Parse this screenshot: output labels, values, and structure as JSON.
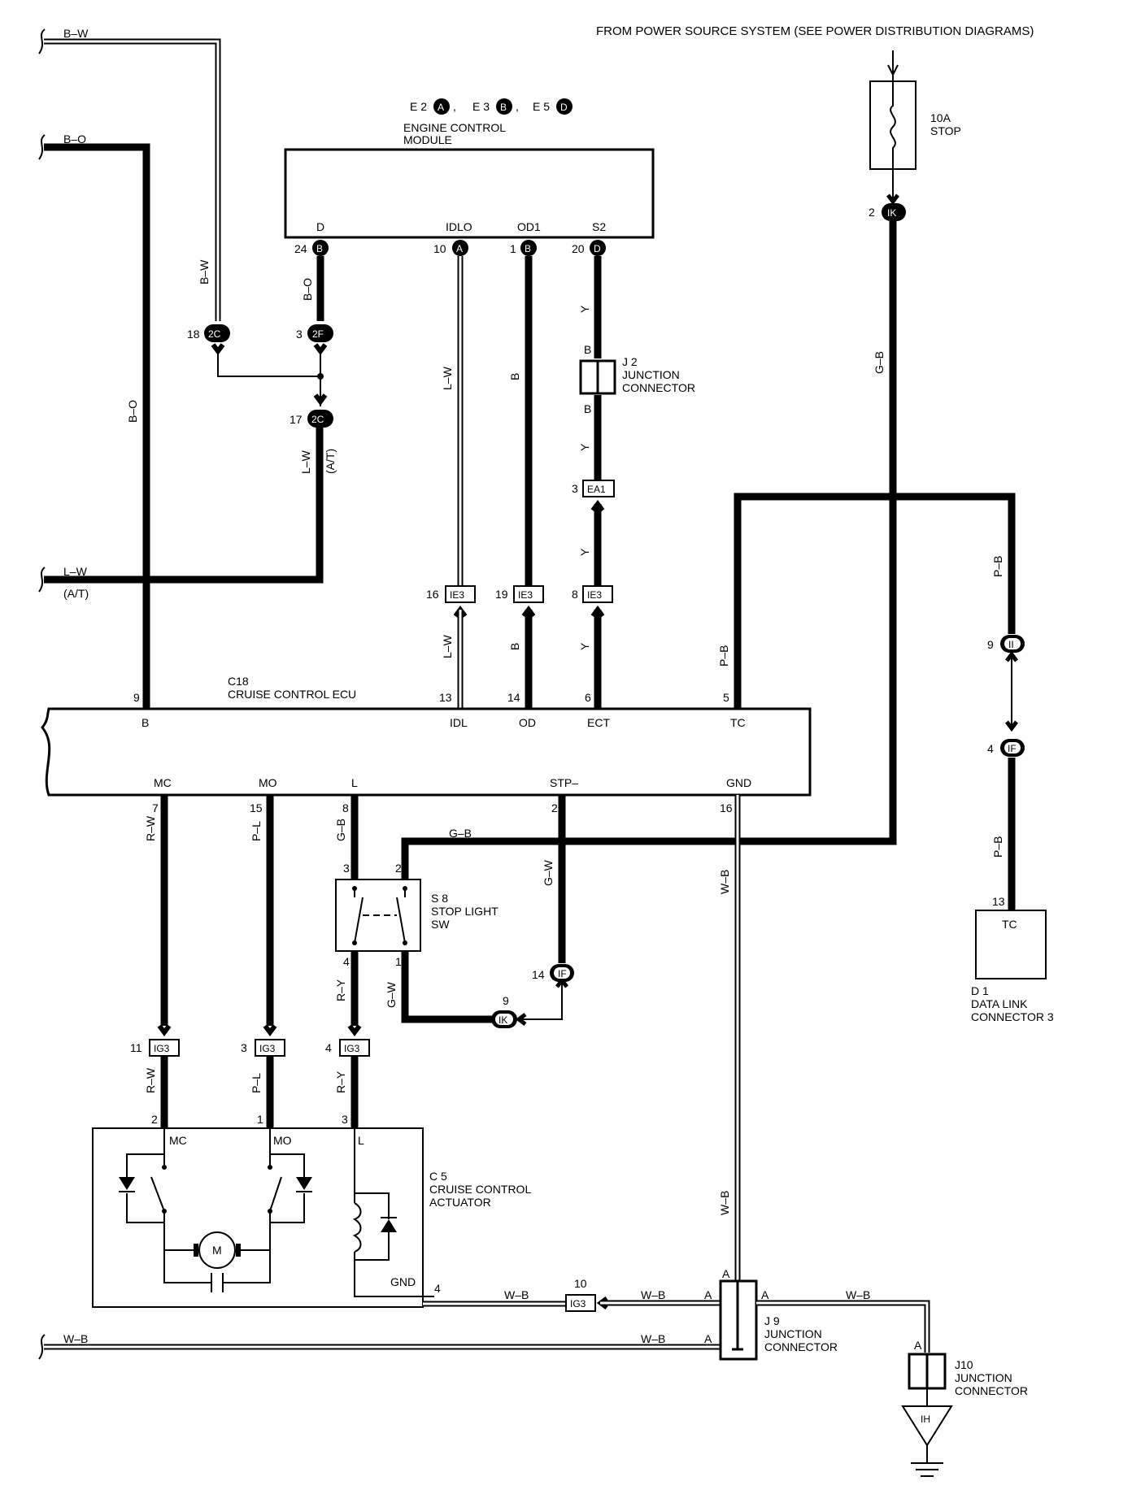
{
  "header": "FROM POWER SOURCE SYSTEM (SEE POWER DISTRIBUTION DIAGRAMS)",
  "ecm": {
    "title_line1": "ENGINE CONTROL",
    "title_line2": "MODULE",
    "conn": [
      {
        "prefix": "E 2",
        "letter": "A",
        "sep": ","
      },
      {
        "prefix": "E 3",
        "letter": "B",
        "sep": ","
      },
      {
        "prefix": "E 5",
        "letter": "D",
        "sep": ""
      }
    ],
    "pins": [
      {
        "label": "D",
        "num": "24",
        "conn": "B"
      },
      {
        "label": "IDLO",
        "num": "10",
        "conn": "A"
      },
      {
        "label": "OD1",
        "num": "1",
        "conn": "B"
      },
      {
        "label": "S2",
        "num": "20",
        "conn": "D"
      }
    ]
  },
  "fuse": {
    "rating": "10A",
    "name": "STOP"
  },
  "ecu": {
    "code": "C18",
    "name": "CRUISE CONTROL ECU",
    "top_pins": [
      {
        "num": "9",
        "label": "B"
      },
      {
        "num": "13",
        "label": "IDL"
      },
      {
        "num": "14",
        "label": "OD"
      },
      {
        "num": "6",
        "label": "ECT"
      },
      {
        "num": "5",
        "label": "TC"
      }
    ],
    "bottom_pins": [
      {
        "num": "7",
        "label": "MC"
      },
      {
        "num": "15",
        "label": "MO"
      },
      {
        "num": "8",
        "label": "L"
      },
      {
        "num": "2",
        "label": "STP–"
      },
      {
        "num": "16",
        "label": "GND"
      }
    ]
  },
  "j2": {
    "code": "J 2",
    "line1": "JUNCTION",
    "line2": "CONNECTOR"
  },
  "s8": {
    "code": "S 8",
    "line1": "STOP LIGHT",
    "line2": "SW"
  },
  "c5": {
    "code": "C 5",
    "line1": "CRUISE CONTROL",
    "line2": "ACTUATOR",
    "motor": "M"
  },
  "j9": {
    "code": "J 9",
    "line1": "JUNCTION",
    "line2": "CONNECTOR"
  },
  "j10": {
    "code": "J10",
    "line1": "JUNCTION",
    "line2": "CONNECTOR"
  },
  "d1": {
    "code": "D 1",
    "line1": "DATA LINK",
    "line2": "CONNECTOR 3",
    "pin_label": "TC"
  },
  "wire_colors": {
    "bw": "B–W",
    "bo": "B–O",
    "lw": "L–W",
    "b": "B",
    "y": "Y",
    "gb": "G–B",
    "pb": "P–B",
    "rw": "R–W",
    "pl": "P–L",
    "ry": "R–Y",
    "gw": "G–W",
    "wb": "W–B"
  },
  "at_note": "(A/T)",
  "connectors": {
    "c2c": "2C",
    "c2f": "2F",
    "ik": "IK",
    "ii": "II",
    "if": "IF",
    "ie3": "IE3",
    "ea1": "EA1",
    "ig3": "IG3",
    "ih": "IH"
  },
  "pin_numbers": {
    "n18": "18",
    "n3": "3",
    "n17": "17",
    "n2": "2",
    "n9": "9",
    "n4": "4",
    "n16": "16",
    "n19": "19",
    "n8": "8",
    "n13": "13",
    "n14": "14",
    "n11": "11",
    "n1": "1",
    "n10": "10"
  },
  "terminal_letters": {
    "A": "A",
    "B": "B",
    "MC": "MC",
    "MO": "MO",
    "L": "L",
    "GND": "GND",
    "TC": "TC"
  }
}
